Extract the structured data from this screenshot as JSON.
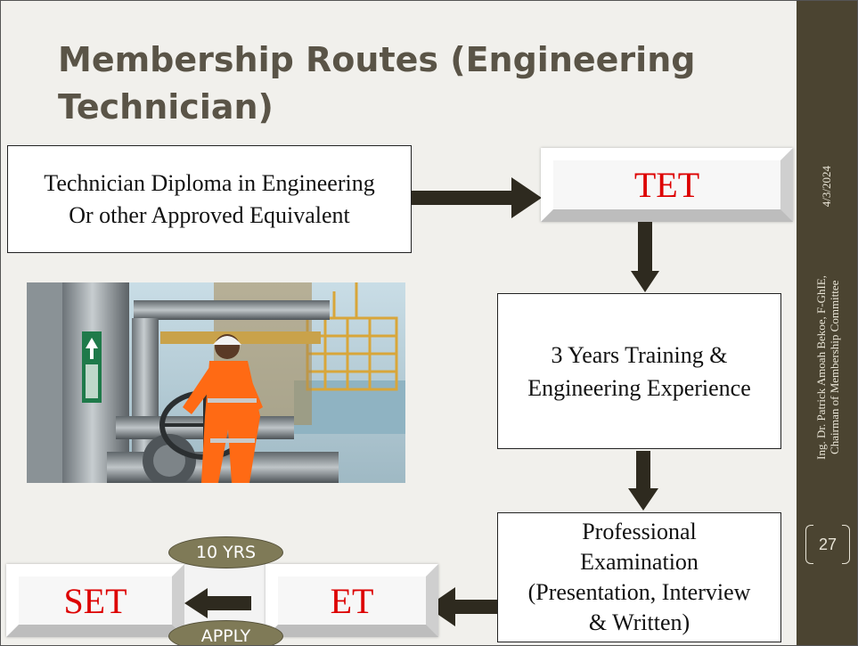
{
  "slide": {
    "title": "Membership Routes (Engineering Technician)",
    "date": "4/3/2024",
    "author_line1": "Ing. Dr. Patrick Amoah Bekoe, F-GhIE,",
    "author_line2": "Chairman of Membership Committee",
    "page_number": "27"
  },
  "flow": {
    "diploma_line1": "Technician Diploma in Engineering",
    "diploma_line2": "Or other Approved Equivalent",
    "tet": "TET",
    "training_line1": "3 Years Training &",
    "training_line2": "Engineering Experience",
    "exam_line1": "Professional",
    "exam_line2": "Examination",
    "exam_line3": "(Presentation, Interview",
    "exam_line4": "& Written)",
    "et": "ET",
    "set": "SET",
    "pill_top": "10 YRS",
    "pill_bottom": "APPLY"
  },
  "icons": [
    "arrow-right-icon",
    "arrow-down-icon",
    "arrow-left-icon"
  ],
  "colors": {
    "title_text": "#5a5447",
    "sidebar": "#4b4431",
    "red_label": "#dd0000",
    "pill_fill": "#7f7a57"
  }
}
